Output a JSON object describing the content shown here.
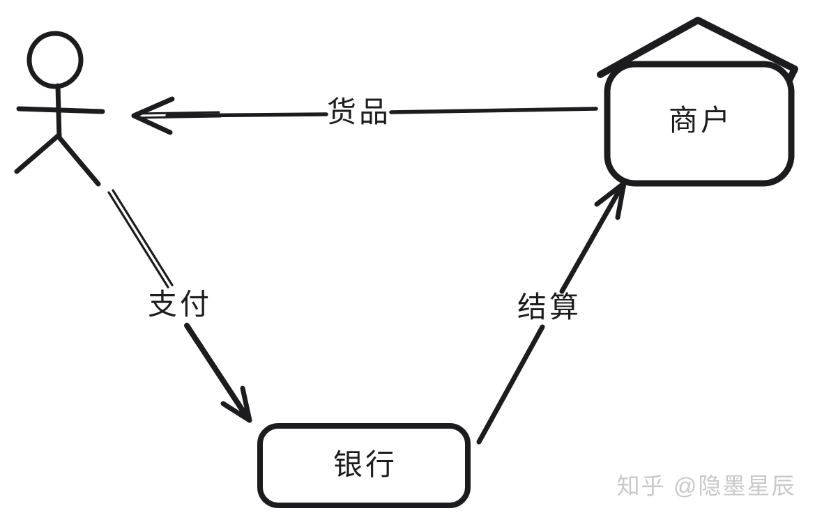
{
  "diagram": {
    "nodes": {
      "merchant": {
        "label": "商户",
        "shape": "house"
      },
      "bank": {
        "label": "银行",
        "shape": "rounded-box"
      },
      "customer": {
        "shape": "stick-figure"
      }
    },
    "edges": {
      "goods": {
        "label": "货品",
        "from": "merchant",
        "to": "customer"
      },
      "payment": {
        "label": "支付",
        "from": "customer",
        "to": "bank"
      },
      "settlement": {
        "label": "结算",
        "from": "bank",
        "to": "merchant"
      }
    },
    "watermark": {
      "text": "知乎 @隐墨星辰"
    },
    "colors": {
      "ink": "#1c1c1e",
      "watermark": "#c9c9c9",
      "background": "#ffffff"
    }
  }
}
